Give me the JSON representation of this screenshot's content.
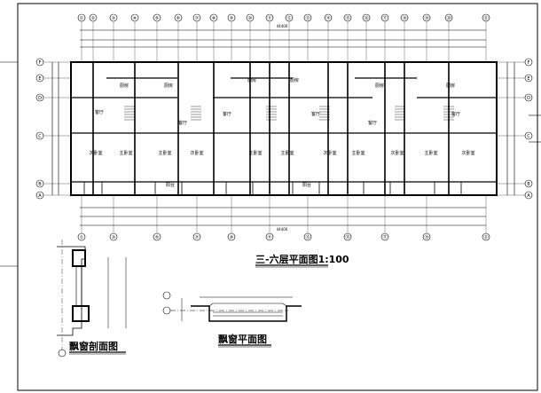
{
  "floor_plan": {
    "title": "三-六层平面图1:100",
    "axis_top": [
      "①",
      "②",
      "③",
      "④",
      "⑤",
      "⑥",
      "⑦",
      "⑧",
      "⑨",
      "⑩",
      "⑪",
      "⑫",
      "⑬",
      "⑭",
      "⑮",
      "⑯",
      "⑰",
      "⑱",
      "⑲",
      "⑳",
      "㉑"
    ],
    "axis_bottom": [
      "①",
      "③",
      "⑤",
      "⑦",
      "⑨",
      "⑪",
      "⑬",
      "⑮",
      "⑰",
      "⑲",
      "㉑"
    ],
    "axis_left": [
      "F",
      "E",
      "D",
      "C",
      "B",
      "A"
    ],
    "overall_dim": "44400",
    "rooms": [
      {
        "label": "厨房"
      },
      {
        "label": "厨房"
      },
      {
        "label": "厨房"
      },
      {
        "label": "厨房"
      },
      {
        "label": "厨房"
      },
      {
        "label": "厨房"
      },
      {
        "label": "客厅"
      },
      {
        "label": "客厅"
      },
      {
        "label": "客厅"
      },
      {
        "label": "客厅"
      },
      {
        "label": "客厅"
      },
      {
        "label": "客厅"
      },
      {
        "label": "次卧室"
      },
      {
        "label": "主卧室"
      },
      {
        "label": "主卧室"
      },
      {
        "label": "次卧室"
      },
      {
        "label": "主卧室"
      },
      {
        "label": "主卧室"
      },
      {
        "label": "次卧室"
      },
      {
        "label": "主卧室"
      },
      {
        "label": "次卧室"
      },
      {
        "label": "主卧室"
      },
      {
        "label": "次卧室"
      },
      {
        "label": "阳台"
      },
      {
        "label": "阳台"
      }
    ]
  },
  "section": {
    "title": "飘窗剖面图"
  },
  "window_plan": {
    "title": "飘窗平面图"
  }
}
